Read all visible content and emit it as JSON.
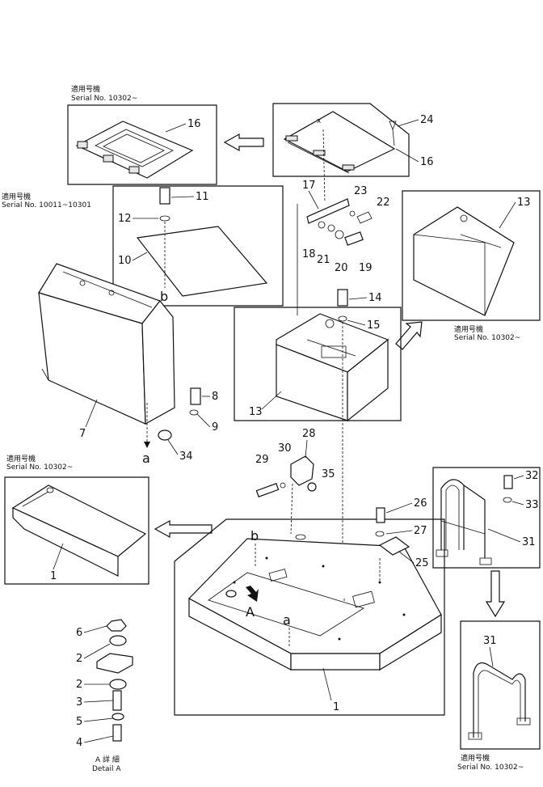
{
  "serial_notes": {
    "top_left_head": "適用号機",
    "top_left_serial": "Serial No. 10302~",
    "mid_left_head": "適用号機",
    "mid_left_serial": "Serial No. 10011~10301",
    "right_box_head": "適用号機",
    "right_box_serial": "Serial No. 10302~",
    "lower_left_head": "適用号機",
    "lower_left_serial": "Serial No. 10302~",
    "bottom_right_head": "適用号機",
    "bottom_right_serial": "Serial No. 10302~"
  },
  "detail": {
    "head": "A 詳 細",
    "label": "Detail A"
  },
  "callouts": {
    "c1": "1",
    "c1b": "1",
    "c2": "2",
    "c2b": "2",
    "c3": "3",
    "c4": "4",
    "c5": "5",
    "c6": "6",
    "c7": "7",
    "c8": "8",
    "c9": "9",
    "c10": "10",
    "c11": "11",
    "c12": "12",
    "c13": "13",
    "c13b": "13",
    "c14": "14",
    "c15": "15",
    "c16": "16",
    "c16b": "16",
    "c17": "17",
    "c18": "18",
    "c19": "19",
    "c20": "20",
    "c21": "21",
    "c22": "22",
    "c23": "23",
    "c24": "24",
    "c25": "25",
    "c26": "26",
    "c27": "27",
    "c28": "28",
    "c29": "29",
    "c30": "30",
    "c31": "31",
    "c31b": "31",
    "c32": "32",
    "c33": "33",
    "c34": "34",
    "c35": "35"
  },
  "ref_letters": {
    "a_left": "a",
    "a_floor": "a",
    "b_cover": "b",
    "b_floor": "b",
    "A_arrow": "A"
  }
}
